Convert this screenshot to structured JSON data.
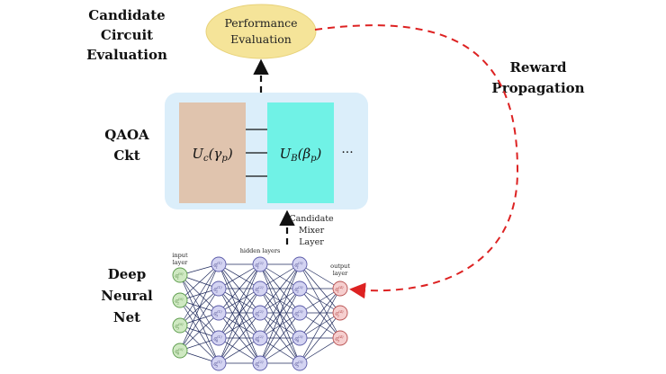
{
  "labels": {
    "candidate_eval": [
      "Candidate",
      "Circuit",
      "Evaluation"
    ],
    "qaoa": [
      "QAOA",
      "Ckt"
    ],
    "deep_net": [
      "Deep",
      "Neural",
      "Net"
    ],
    "reward": [
      "Reward",
      "Propagation"
    ],
    "mixer": [
      "Candidate",
      "Mixer",
      "Layer"
    ]
  },
  "performance": [
    "Performance",
    "Evaluation"
  ],
  "circuit": {
    "uc": {
      "base": "U",
      "sub": "c",
      "arg": "(γ",
      "argsub": "p",
      "close": ")"
    },
    "ub": {
      "base": "U",
      "sub": "B",
      "arg": "(β",
      "argsub": "p",
      "close": ")"
    },
    "ellipsis": "···"
  },
  "network": {
    "input_label": [
      "input",
      "layer"
    ],
    "hidden_label": "hidden layers",
    "output_label": [
      "output",
      "layer"
    ],
    "layers": [
      {
        "name": "input",
        "superscript": "(0)",
        "count": 4,
        "color": "#cfe9c2",
        "stroke": "#5a9a4a",
        "labelColor": "#5a8f4a"
      },
      {
        "name": "h1",
        "superscript": "(1)",
        "count": 5,
        "color": "#d4d4f2",
        "stroke": "#5a5aa8",
        "labelColor": "#4a4a90"
      },
      {
        "name": "h2",
        "superscript": "(2)",
        "count": 5,
        "color": "#d4d4f2",
        "stroke": "#5a5aa8",
        "labelColor": "#4a4a90"
      },
      {
        "name": "h3",
        "superscript": "(3)",
        "count": 5,
        "color": "#d4d4f2",
        "stroke": "#5a5aa8",
        "labelColor": "#4a4a90"
      },
      {
        "name": "output",
        "superscript": "(4)",
        "count": 3,
        "color": "#f6cfcf",
        "stroke": "#b85050",
        "labelColor": "#b04040"
      }
    ]
  },
  "colors": {
    "qaoa_bg": "#dbeefa",
    "uc_fill": "#e0c4ae",
    "ub_fill": "#70f2e6",
    "perf_fill": "#f5e499",
    "reward_arrow": "#dd2222"
  }
}
